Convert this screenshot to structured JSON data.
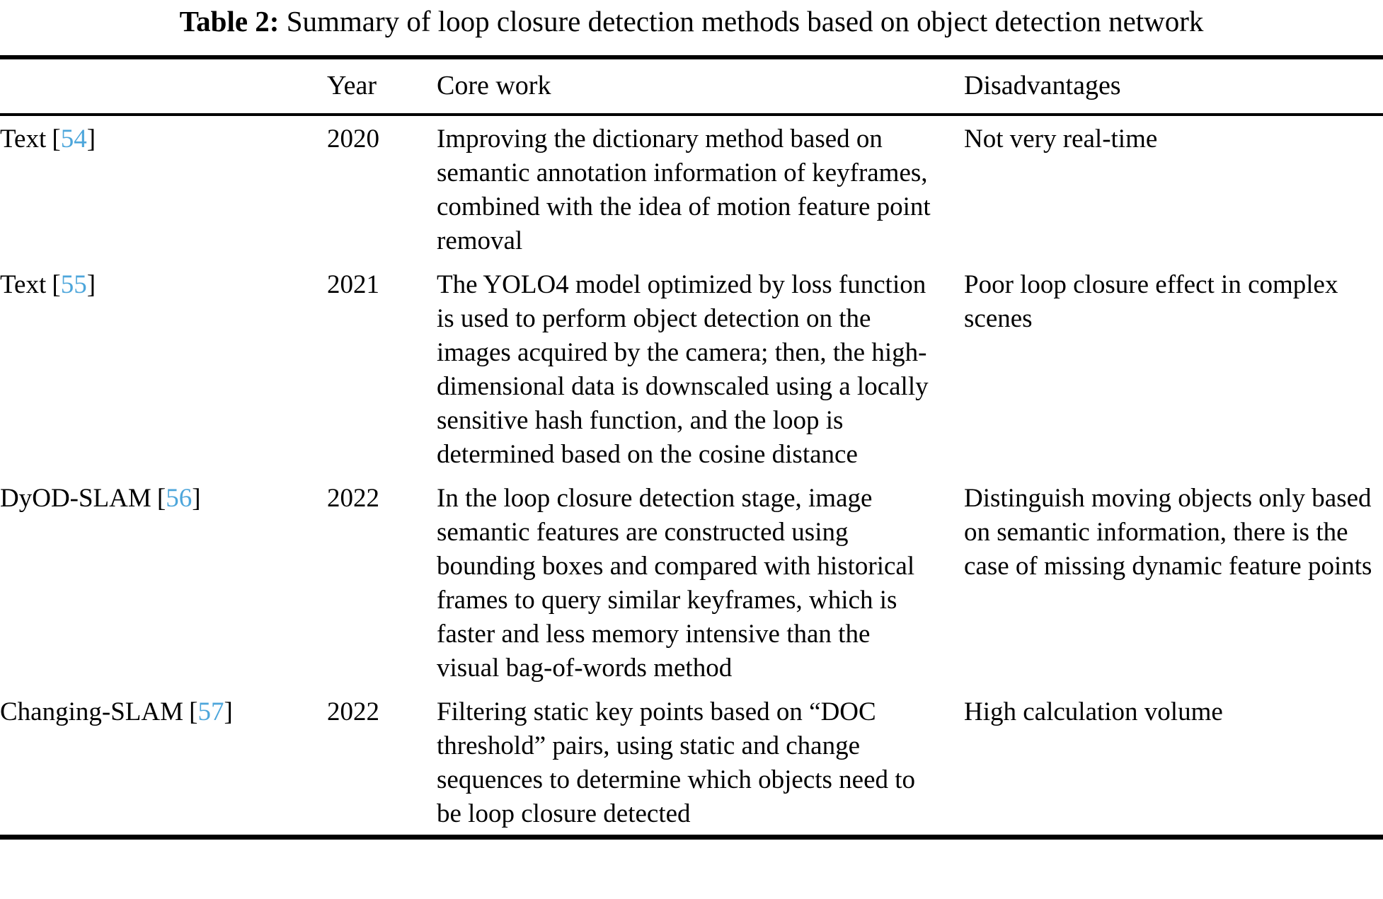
{
  "caption": {
    "label": "Table 2:",
    "text": " Summary of loop closure detection methods based on object detection network"
  },
  "colors": {
    "citation_link": "#4DA6DB",
    "text": "#000000",
    "background": "#ffffff",
    "rule": "#000000"
  },
  "punct": {
    "bracket_open": "[",
    "bracket_close": "]"
  },
  "table": {
    "headers": {
      "method": "",
      "year": "Year",
      "core_work": "Core work",
      "disadvantages": "Disadvantages"
    },
    "rows": [
      {
        "method": "Text",
        "citation": "54",
        "year": "2020",
        "core_work": "Improving the dictionary method based on semantic annotation information of keyframes, combined with the idea of motion feature point removal",
        "disadvantages": "Not very real-time"
      },
      {
        "method": "Text",
        "citation": "55",
        "year": "2021",
        "core_work": "The YOLO4 model optimized by loss function is used to perform object detection on the images acquired by the camera; then, the high-dimensional data is downscaled using a locally sensitive hash function, and the loop is determined based on the cosine distance",
        "disadvantages": "Poor loop closure effect in complex scenes"
      },
      {
        "method": "DyOD-SLAM",
        "citation": "56",
        "year": "2022",
        "core_work": "In the loop closure detection stage, image semantic features are constructed using bounding boxes and compared with historical frames to query similar keyframes, which is faster and less memory intensive than the visual bag-of-words method",
        "disadvantages": "Distinguish moving objects only based on semantic information, there is the case of missing dynamic feature points"
      },
      {
        "method": "Changing-SLAM",
        "citation": "57",
        "year": "2022",
        "core_work": "Filtering static key points based on “DOC threshold” pairs, using static and change sequences to determine which objects need to be loop closure detected",
        "disadvantages": "High calculation volume"
      }
    ]
  }
}
